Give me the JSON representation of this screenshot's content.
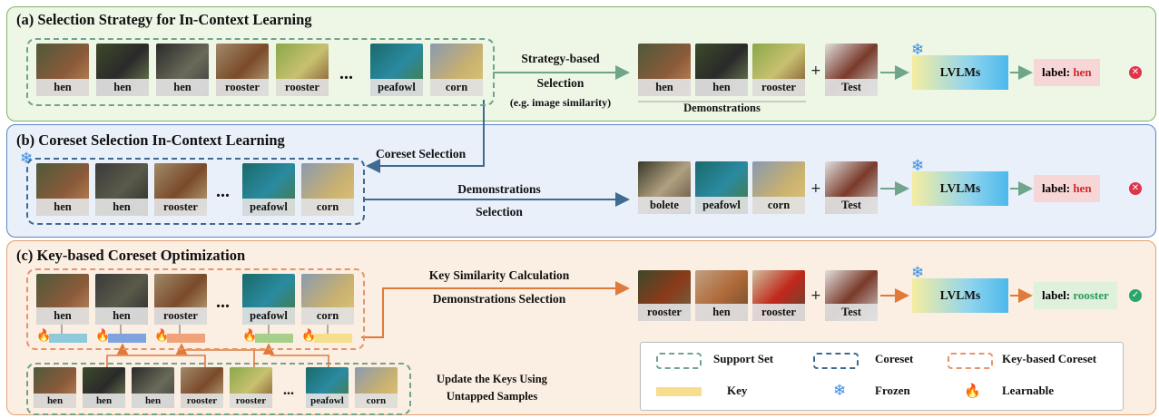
{
  "panels": {
    "a_title": "(a) Selection Strategy for In-Context Learning",
    "b_title": "(b) Coreset Selection In-Context Learning",
    "c_title": "(c) Key-based Coreset Optimization"
  },
  "support_a": [
    "hen",
    "hen",
    "hen",
    "rooster",
    "rooster",
    "peafowl",
    "corn"
  ],
  "strategy_label_1": "Strategy-based",
  "strategy_label_2": "Selection",
  "strategy_label_3": "(e.g. image similarity)",
  "demos_a": [
    "hen",
    "hen",
    "rooster"
  ],
  "demos_caption": "Demonstrations",
  "test_label": "Test",
  "lvlm_label": "LVLMs",
  "label_prefix": "label:",
  "pred_a": "hen",
  "pred_b": "hen",
  "pred_c": "rooster",
  "coreset_selection": "Coreset Selection",
  "coreset_b": [
    "hen",
    "hen",
    "rooster",
    "peafowl",
    "corn"
  ],
  "demo_sel_1": "Demonstrations",
  "demo_sel_2": "Selection",
  "demos_b": [
    "bolete",
    "peafowl",
    "corn"
  ],
  "coreset_c": [
    "hen",
    "hen",
    "rooster",
    "peafowl",
    "corn"
  ],
  "key_sim_1": "Key Similarity Calculation",
  "key_sim_2": "Demonstrations Selection",
  "demos_c": [
    "rooster",
    "hen",
    "rooster"
  ],
  "untapped": [
    "hen",
    "hen",
    "hen",
    "rooster",
    "rooster",
    "peafowl",
    "corn"
  ],
  "update_1": "Update the Keys Using",
  "update_2": "Untapped Samples",
  "ellipsis": "...",
  "legend": {
    "support_set": "Support Set",
    "coreset": "Coreset",
    "key_coreset": "Key-based Coreset",
    "key": "Key",
    "frozen": "Frozen",
    "learnable": "Learnable"
  },
  "colors": {
    "green": "#6fa58a",
    "blue": "#3f6b92",
    "orange": "#e07a3a",
    "wrong": "#e0344a",
    "right": "#2aa56b",
    "key_colors": [
      "#8ec9dc",
      "#7ea3df",
      "#f0a27a",
      "#a6d08a",
      "#f7de8c"
    ]
  },
  "icons": [
    "snowflake-icon",
    "fire-icon",
    "cross-icon",
    "check-icon",
    "arrow-icon"
  ]
}
